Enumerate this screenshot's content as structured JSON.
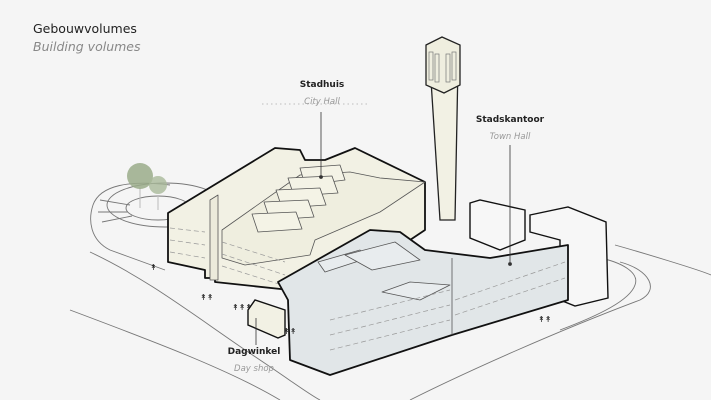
{
  "title": {
    "main": "Gebouwvolumes",
    "sub": "Building volumes"
  },
  "labels": [
    {
      "id": "stadhuis",
      "name": "Stadhuis",
      "translation": "City Hall"
    },
    {
      "id": "stadskantoor",
      "name": "Stadskantoor",
      "translation": "Town Hall"
    },
    {
      "id": "dagwinkel",
      "name": "Dagwinkel",
      "translation": "Day shop"
    }
  ],
  "colors": {
    "background": "#f5f5f5",
    "city_hall_fill": "#f2f1e4",
    "town_hall_fill": "#e1e6e8",
    "outline": "#111111",
    "thin_line": "#6e6e6e",
    "tree": "#9aab8a"
  }
}
